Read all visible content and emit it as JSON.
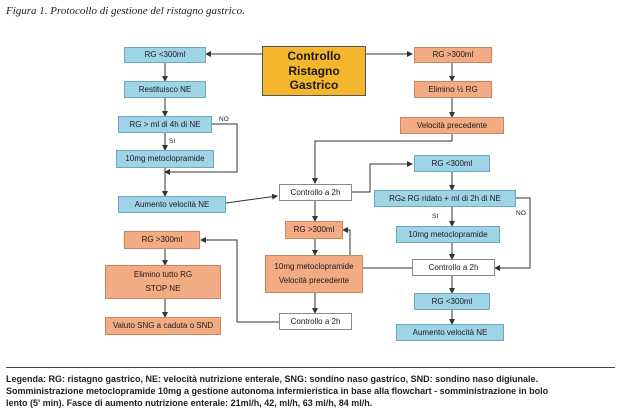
{
  "caption": "Figura 1. Protocollo di gestione del ristagno gastrico.",
  "nodes": {
    "main": [
      "Controllo",
      "Ristagno",
      "Gastrico"
    ],
    "rg_lt300_1": "RG <300ml",
    "restituisco": "Restituisco NE",
    "rg_ml4h": "RG > ml di 4h di NE",
    "meto1": "10mg metoclopramide",
    "aumento1": "Aumento velocità NE",
    "rg_gt300_1": "RG >300ml",
    "elimino_half": "Elimino ½ RG",
    "vel_prec1": "Velocità precedente",
    "controllo2h_1": "Controllo a 2h",
    "rg_gt300_2": "RG >300ml",
    "meto_vel": [
      "10mg metoclopramide",
      "Velocità precedente"
    ],
    "rg_lt300_2": "RG <300ml",
    "rg_ridato": "RG≥ RG ridato + ml di 2h di NE",
    "meto2": "10mg metoclopramide",
    "controllo2h_2": "Controllo a 2h",
    "rg_lt300_3": "RG <300ml",
    "aumento2": "Aumento velocità NE",
    "rg_gt300_3": "RG >300ml",
    "elimino_tutto": [
      "Elimino tutto RG",
      "STOP NE"
    ],
    "valuto": "Valuto SNG a caduta o SND",
    "controllo2h_3": "Controllo a 2h"
  },
  "edge_labels": {
    "no1": "NO",
    "si1": "SI",
    "si2": "SI",
    "no2": "NO"
  },
  "legend": {
    "line1": "Legenda: RG: ristagno gastrico, NE: velocità nutrizione enterale, SNG: sondino naso gastrico, SND: sondino naso digiunale.",
    "line2": "Somministrazione metoclopramide 10mg a gestione autonoma infermieristica in base alla flowchart - somministrazione in bolo",
    "line3": "lento (5' min). Fasce di aumento nutrizione enterale: 21ml/h, 42, ml/h, 63 ml/h, 84 ml/h."
  },
  "colors": {
    "main": "#f4b62c",
    "blue": "#9fd3e6",
    "orange": "#f2ab83"
  }
}
